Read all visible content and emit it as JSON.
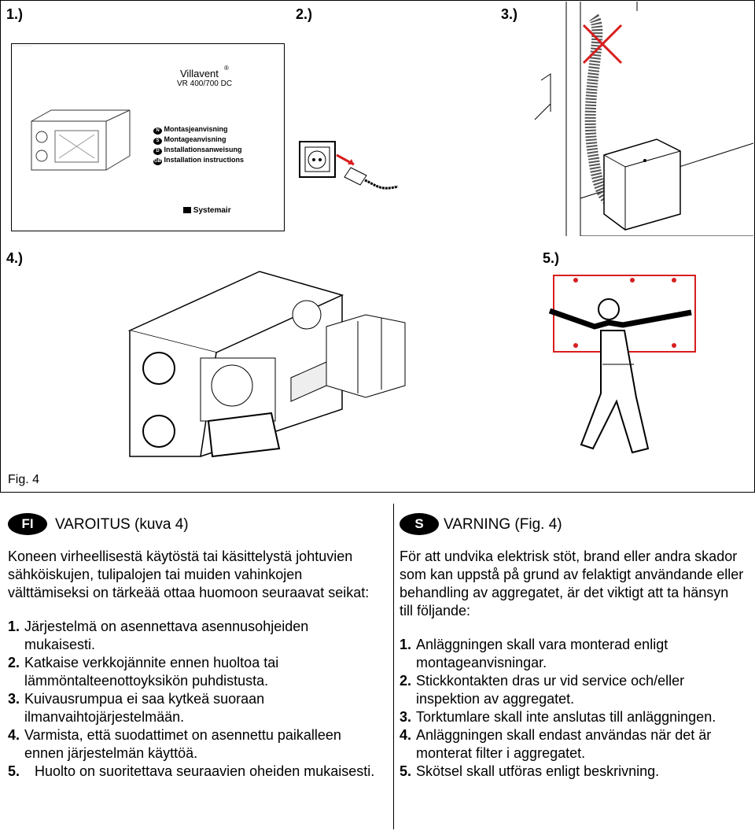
{
  "figure": {
    "panel_labels": [
      "1.)",
      "2.)",
      "3.)",
      "4.)",
      "5.)"
    ],
    "caption": "Fig. 4",
    "manual_cover": {
      "product": "Villavent",
      "model": "VR 400/700 DC",
      "languages": [
        {
          "code": "N",
          "label": "Montasjeanvisning"
        },
        {
          "code": "S",
          "label": "Montageanvisning"
        },
        {
          "code": "D",
          "label": "Installationsanweisung"
        },
        {
          "code": "GB",
          "label": "Installation instructions"
        }
      ],
      "brand": "Systemair"
    }
  },
  "fi": {
    "badge": "FI",
    "heading": "VAROITUS (kuva 4)",
    "intro": "Koneen virheellisestä käytöstä tai käsittelystä johtuvien sähköiskujen, tulipalojen tai muiden vahinkojen välttämiseksi on tärkeää ottaa huomoon seuraavat seikat:",
    "items": [
      {
        "num": "1.",
        "text": "Järjestelmä on asennettava asennusohjeiden mukaisesti."
      },
      {
        "num": "2.",
        "text": "Katkaise verkkojännite ennen huoltoa tai lämmöntalteenottoyksikön puhdistusta."
      },
      {
        "num": "3.",
        "text": "Kuivausrumpua ei saa kytkeä suoraan ilmanvaihtojärjestelmään."
      },
      {
        "num": "4.",
        "text": "Varmista, että suodattimet on asennettu paikalleen ennen järjestelmän käyttöä."
      },
      {
        "num": "5.",
        "text": "Huolto on suoritettava seuraavien oheiden mukaisesti."
      }
    ]
  },
  "sv": {
    "badge": "S",
    "heading": "VARNING (Fig. 4)",
    "intro": "För att undvika elektrisk stöt, brand eller andra skador som kan uppstå på grund av felaktigt användande eller behandling av aggregatet, är det viktigt att ta hänsyn till följande:",
    "items": [
      {
        "num": "1.",
        "text": "Anläggningen skall vara monterad enligt montageanvisningar."
      },
      {
        "num": "2.",
        "text": "Stickkontakten dras ur vid service och/eller inspektion av aggregatet."
      },
      {
        "num": "3.",
        "text": "Torktumlare skall inte anslutas till anläggningen."
      },
      {
        "num": "4.",
        "text": "Anläggningen skall endast användas när det är monterat filter i aggregatet."
      },
      {
        "num": "5.",
        "text": "Skötsel skall utföras enligt beskrivning."
      }
    ]
  },
  "colors": {
    "accent_red": "#d81e1e",
    "text": "#000000"
  }
}
